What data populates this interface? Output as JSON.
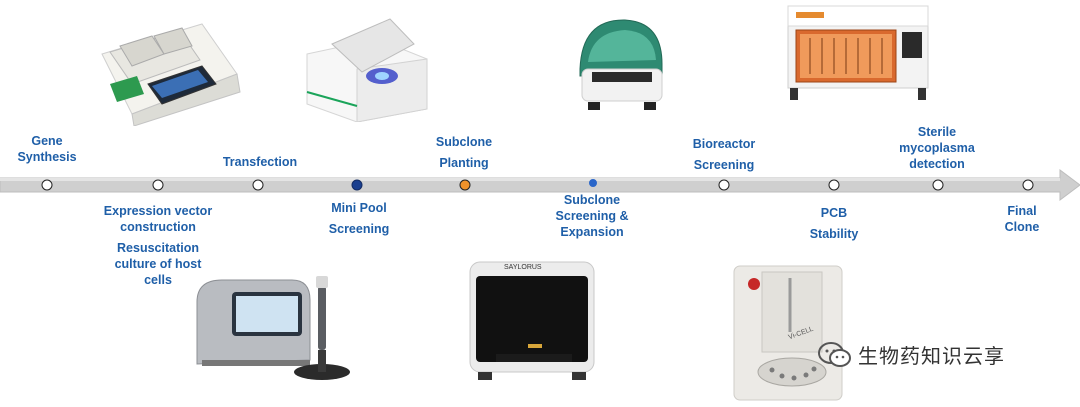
{
  "timeline": {
    "labels_above": [
      {
        "id": "gene-synthesis",
        "lines": [
          "Gene",
          "Synthesis"
        ]
      },
      {
        "id": "transfection",
        "lines": [
          "Transfection"
        ]
      },
      {
        "id": "subclone-planting",
        "lines": [
          "Subclone",
          "Planting"
        ]
      },
      {
        "id": "bioreactor-screening",
        "lines": [
          "Bioreactor",
          "Screening"
        ]
      },
      {
        "id": "sterile-mycoplasma",
        "lines": [
          "Sterile",
          "mycoplasma",
          "detection"
        ]
      }
    ],
    "labels_below": [
      {
        "id": "expression-vector",
        "lines": [
          "Expression vector",
          "construction"
        ]
      },
      {
        "id": "resuscitation",
        "lines": [
          "Resuscitation",
          "culture of host",
          "cells"
        ]
      },
      {
        "id": "mini-pool",
        "lines": [
          "Mini Pool",
          "Screening"
        ]
      },
      {
        "id": "subclone-screening",
        "lines": [
          "Subclone",
          "Screening &",
          "Expansion"
        ]
      },
      {
        "id": "pcb-stability",
        "lines": [
          "PCB",
          "Stability"
        ]
      },
      {
        "id": "final-clone",
        "lines": [
          "Final",
          "Clone"
        ]
      }
    ],
    "milestones": [
      {
        "id": "m1",
        "style": "white"
      },
      {
        "id": "m2",
        "style": "white"
      },
      {
        "id": "m3",
        "style": "white"
      },
      {
        "id": "m4",
        "style": "navy"
      },
      {
        "id": "m5",
        "style": "orange"
      },
      {
        "id": "m6",
        "style": "blue"
      },
      {
        "id": "m7",
        "style": "white"
      },
      {
        "id": "m8",
        "style": "white"
      },
      {
        "id": "m9",
        "style": "white"
      },
      {
        "id": "m10",
        "style": "white"
      }
    ],
    "arrow_color": "#c9c9c9",
    "label_color": "#1f5fa8"
  },
  "instruments": {
    "device_brand_text": "SAYLORUS",
    "device_model_text": "Vi-CELL"
  },
  "watermark": {
    "text": "生物药知识云享",
    "icon": "wechat-icon"
  }
}
